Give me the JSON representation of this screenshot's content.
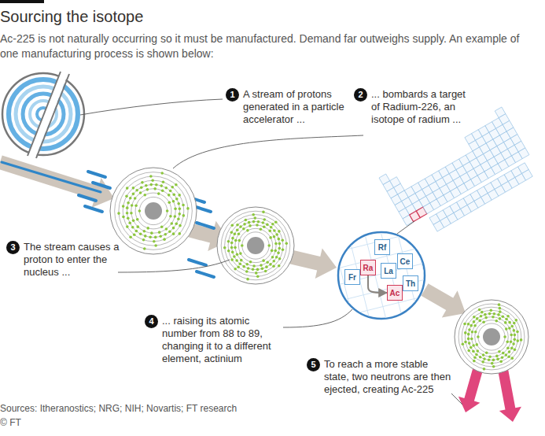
{
  "diagram": {
    "title": "Sourcing the isotope",
    "caption": "Ac-225 is not naturally occurring so it must be manufactured. Demand far outweighs supply. An example of one manufacturing process is shown below:",
    "nodes": [
      {
        "text": [
          "1",
          "A stream of protons generated in a particle accelerator ..."
        ]
      },
      {
        "text": [
          "2",
          "... bombards a target of Radium-226, an isotope of radium ..."
        ]
      },
      {
        "text": [
          "3",
          "The stream causes a proton to enter the nucleus ..."
        ]
      },
      {
        "text": [
          "4",
          "... raising its atomic number from 88 to 89, changing it to a different element, actinium"
        ]
      },
      {
        "text": [
          "5",
          "To reach a more stable state, two neutrons are then ejected, creating Ac-225"
        ]
      },
      {
        "text": [
          "Fr"
        ]
      },
      {
        "text": [
          "Ra"
        ]
      },
      {
        "text": [
          "Rf"
        ]
      },
      {
        "text": [
          "La"
        ]
      },
      {
        "text": [
          "Ce"
        ]
      },
      {
        "text": [
          "Ac"
        ]
      },
      {
        "text": [
          "Th"
        ]
      }
    ],
    "edges": [
      {
        "from": 6,
        "to": 10,
        "arrow": "to"
      }
    ],
    "labels": [
      "Sources: Itheranostics; NRG; NIH; Novartis; FT research",
      "© FT"
    ]
  }
}
